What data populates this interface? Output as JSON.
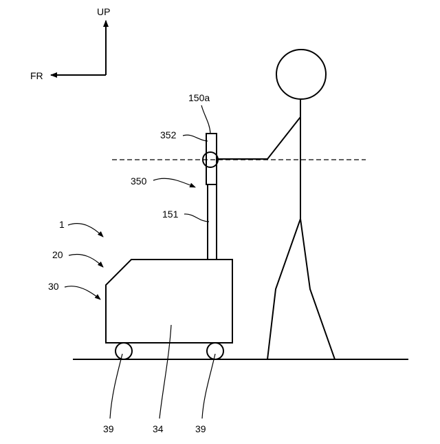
{
  "axes": {
    "up_label": "UP",
    "front_label": "FR"
  },
  "refs": {
    "r150a": "150a",
    "r352": "352",
    "r350": "350",
    "r151": "151",
    "r1": "1",
    "r20": "20",
    "r30": "30",
    "r39_left": "39",
    "r34": "34",
    "r39_right": "39"
  }
}
